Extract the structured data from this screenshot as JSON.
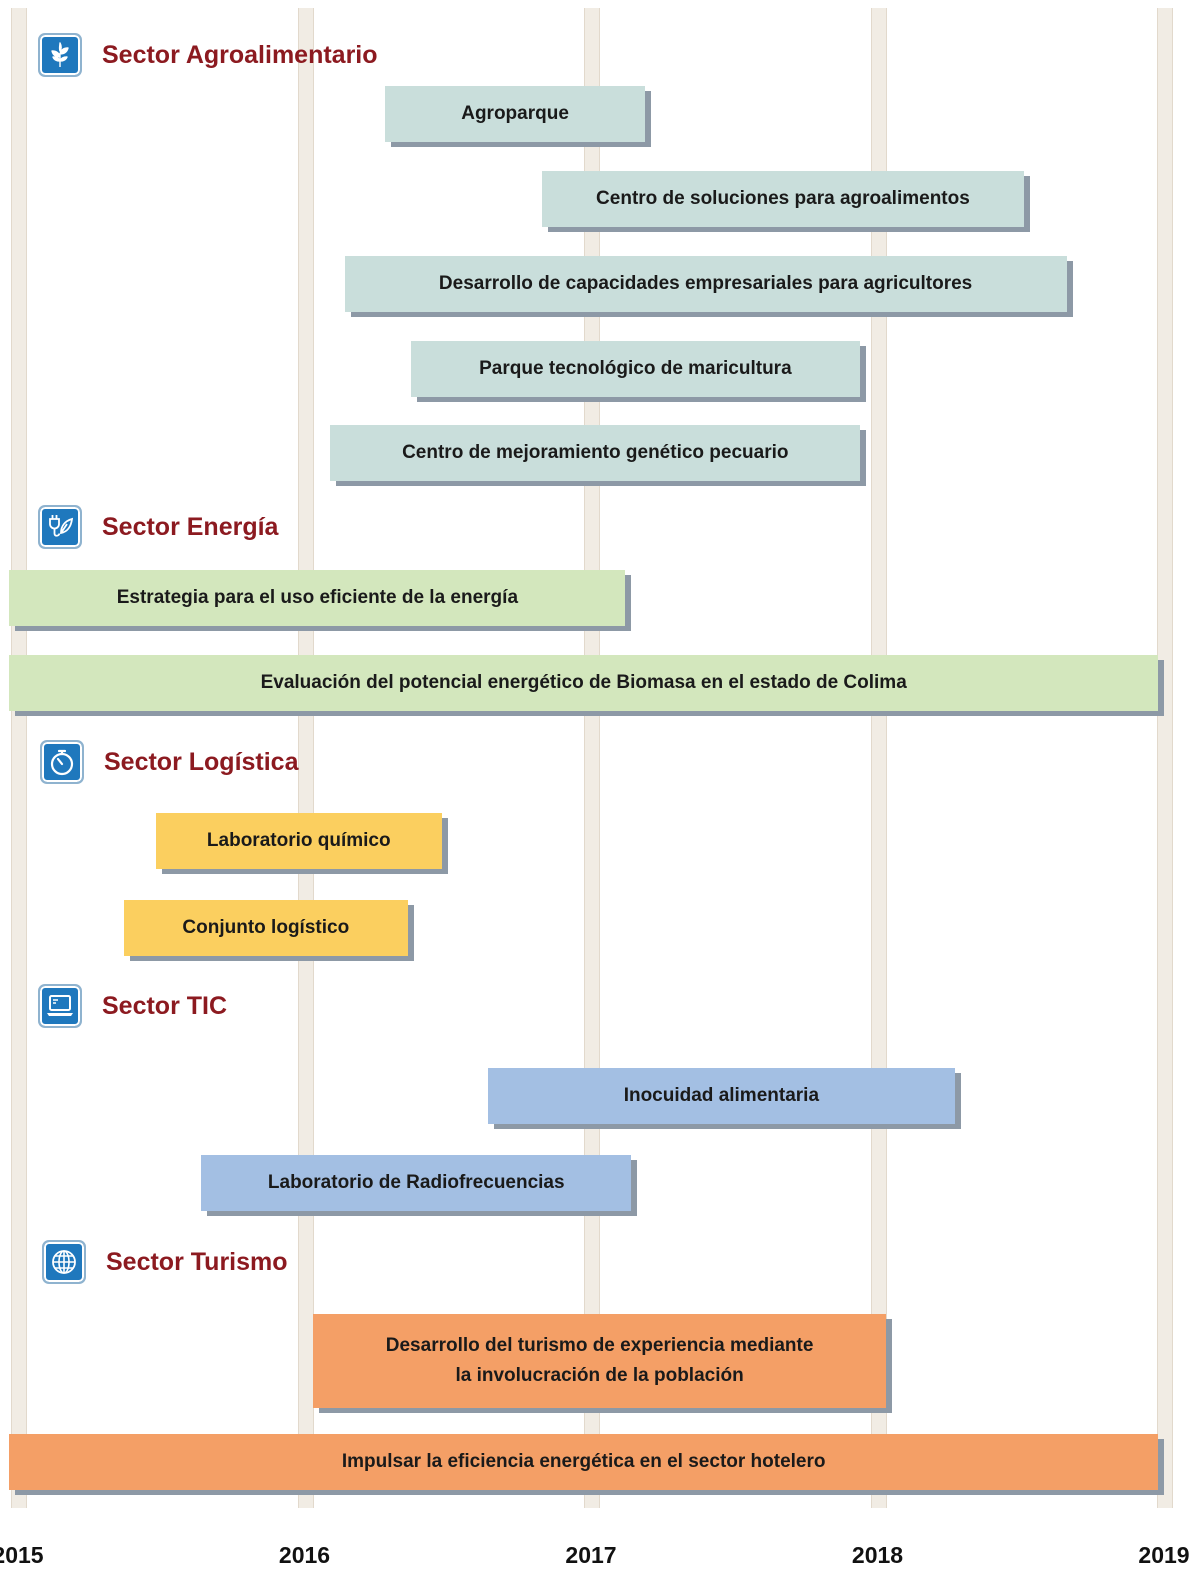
{
  "chart_data": {
    "type": "gantt",
    "x_ticks": [
      "2015",
      "2016",
      "2017",
      "2018",
      "2019"
    ],
    "colors": {
      "Sector Agroalimentario": "#c9dedb",
      "Sector Energía": "#d3e7bd",
      "Sector Logística": "#fbcf5f",
      "Sector TIC": "#a3bfe3",
      "Sector Turismo": "#f49f66",
      "sector_title": "#8c1a20",
      "icon": "#1f78bd"
    },
    "sectors": [
      {
        "title": "Sector Agroalimentario",
        "icon": "sprout-icon",
        "projects": [
          {
            "label": "Agroparque",
            "start": 2016.28,
            "end": 2017.19
          },
          {
            "label": "Centro de soluciones para agroalimentos",
            "start": 2016.83,
            "end": 2018.51
          },
          {
            "label": "Desarrollo de capacidades empresariales para agricultores",
            "start": 2016.14,
            "end": 2018.66
          },
          {
            "label": "Parque tecnológico de maricultura",
            "start": 2016.37,
            "end": 2017.94
          },
          {
            "label": "Centro de mejoramiento genético pecuario",
            "start": 2016.09,
            "end": 2017.94
          }
        ]
      },
      {
        "title": "Sector Energía",
        "icon": "plug-leaf-icon",
        "projects": [
          {
            "label": "Estrategia para el uso eficiente de la energía",
            "start": 2014.97,
            "end": 2017.12
          },
          {
            "label": "Evaluación del potencial energético de Biomasa en el estado de Colima",
            "start": 2014.97,
            "end": 2019.02
          }
        ]
      },
      {
        "title": "Sector Logística",
        "icon": "stopwatch-icon",
        "projects": [
          {
            "label": "Laboratorio químico",
            "start": 2015.48,
            "end": 2016.48
          },
          {
            "label": "Conjunto logístico",
            "start": 2015.37,
            "end": 2016.36
          }
        ]
      },
      {
        "title": "Sector TIC",
        "icon": "laptop-icon",
        "projects": [
          {
            "label": "Inocuidad alimentaria",
            "start": 2016.64,
            "end": 2018.27
          },
          {
            "label": "Laboratorio de Radiofrecuencias",
            "start": 2015.64,
            "end": 2017.14
          }
        ]
      },
      {
        "title": "Sector Turismo",
        "icon": "globe-icon",
        "projects": [
          {
            "label": "Desarrollo del turismo de experiencia mediante\nla involucración de la población",
            "start": 2016.03,
            "end": 2018.03
          },
          {
            "label": "Impulsar la eficiencia energética en el sector hotelero",
            "start": 2014.97,
            "end": 2019.01
          }
        ]
      }
    ]
  }
}
